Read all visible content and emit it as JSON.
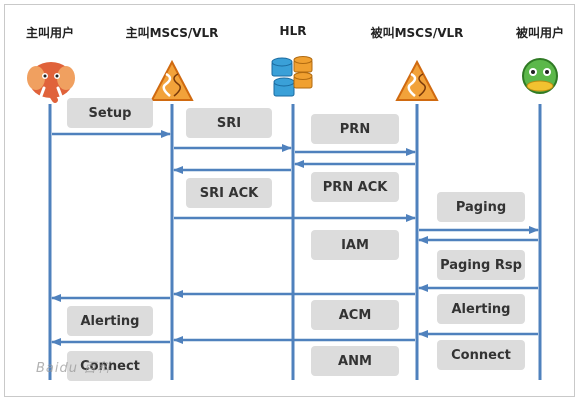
{
  "participants": [
    {
      "id": "caller",
      "title": "主叫用户",
      "icon": "elephant-icon"
    },
    {
      "id": "orig-mscs",
      "title": "主叫MSCS/VLR",
      "icon": "switch-icon"
    },
    {
      "id": "hlr",
      "title": "HLR",
      "icon": "database-icon"
    },
    {
      "id": "term-mscs",
      "title": "被叫MSCS/VLR",
      "icon": "switch-icon"
    },
    {
      "id": "callee",
      "title": "被叫用户",
      "icon": "duck-icon"
    }
  ],
  "messages": [
    {
      "label": "Setup",
      "from": "caller",
      "to": "orig-mscs"
    },
    {
      "label": "SRI",
      "from": "orig-mscs",
      "to": "hlr"
    },
    {
      "label": "PRN",
      "from": "hlr",
      "to": "term-mscs"
    },
    {
      "label": "PRN ACK",
      "from": "term-mscs",
      "to": "hlr"
    },
    {
      "label": "SRI ACK",
      "from": "hlr",
      "to": "orig-mscs"
    },
    {
      "label": "IAM",
      "from": "orig-mscs",
      "to": "term-mscs"
    },
    {
      "label": "Paging",
      "from": "term-mscs",
      "to": "callee"
    },
    {
      "label": "Paging Rsp",
      "from": "callee",
      "to": "term-mscs"
    },
    {
      "label": "ACM",
      "from": "term-mscs",
      "to": "orig-mscs"
    },
    {
      "label": "Alerting",
      "from": "callee",
      "to": "term-mscs"
    },
    {
      "label": "Alerting",
      "from": "orig-mscs",
      "to": "caller"
    },
    {
      "label": "ANM",
      "from": "term-mscs",
      "to": "orig-mscs"
    },
    {
      "label": "Connect",
      "from": "callee",
      "to": "term-mscs"
    },
    {
      "label": "Connect",
      "from": "orig-mscs",
      "to": "caller"
    }
  ],
  "watermark": "Baidu 百科",
  "colors": {
    "line": "#4f81bd",
    "label_bg": "#dcdcdc"
  }
}
